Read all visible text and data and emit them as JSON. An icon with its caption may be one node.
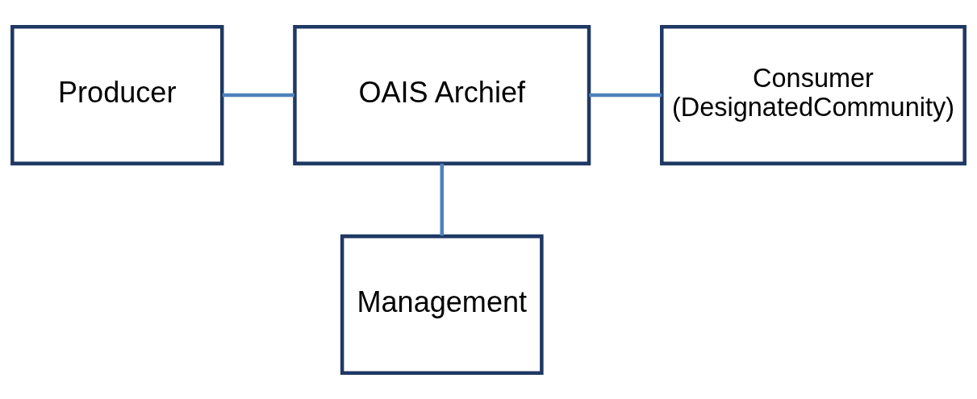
{
  "diagram": {
    "nodes": [
      {
        "text": [
          "Producer"
        ]
      },
      {
        "text": [
          "OAIS Archief"
        ]
      },
      {
        "text": [
          "Consumer",
          "(DesignatedCommunity)"
        ]
      },
      {
        "text": [
          "Management"
        ]
      }
    ],
    "edges": [
      {
        "from": 0,
        "to": 1,
        "arrow": "none"
      },
      {
        "from": 1,
        "to": 2,
        "arrow": "none"
      },
      {
        "from": 1,
        "to": 3,
        "arrow": "none"
      }
    ]
  }
}
